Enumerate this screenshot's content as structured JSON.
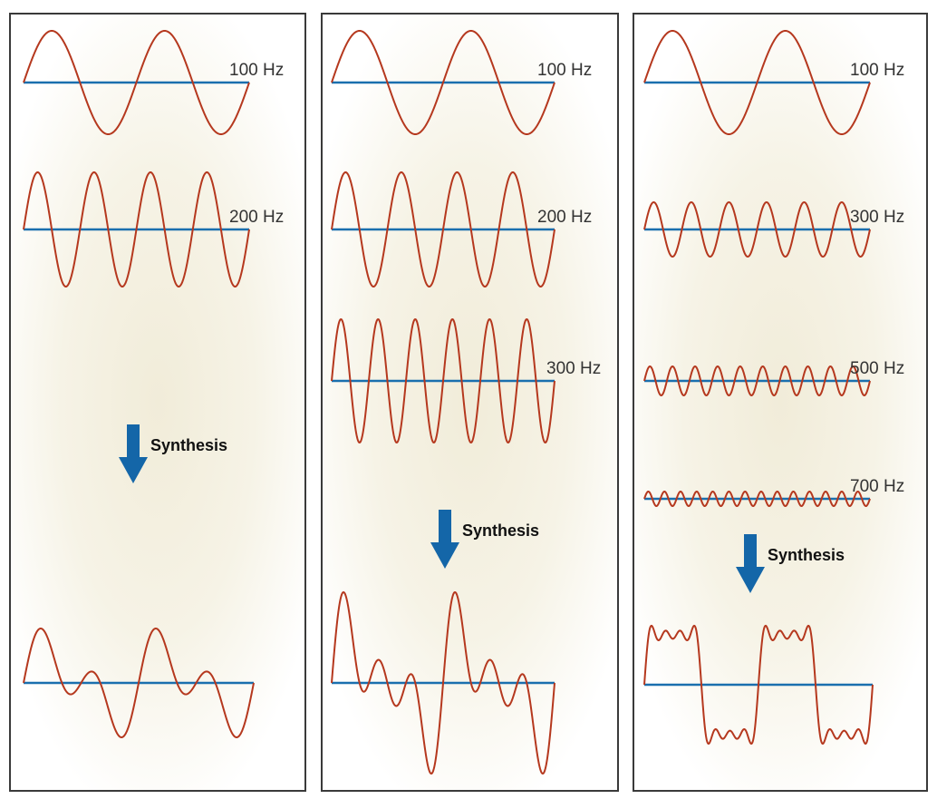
{
  "colors": {
    "wave": "#b5381e",
    "baseline": "#1a6fae",
    "arrow": "#1466a8",
    "border": "#3a3a3a"
  },
  "synthesis_label": "Synthesis",
  "panels": [
    {
      "name": "panel-1",
      "components": [
        {
          "label": "100 Hz",
          "harmonic": 1,
          "amplitude": 1.0
        },
        {
          "label": "200 Hz",
          "harmonic": 2,
          "amplitude": 1.0
        }
      ]
    },
    {
      "name": "panel-2",
      "components": [
        {
          "label": "100 Hz",
          "harmonic": 1,
          "amplitude": 1.0
        },
        {
          "label": "200 Hz",
          "harmonic": 2,
          "amplitude": 1.0
        },
        {
          "label": "300 Hz",
          "harmonic": 3,
          "amplitude": 1.0
        }
      ]
    },
    {
      "name": "panel-3",
      "components": [
        {
          "label": "100 Hz",
          "harmonic": 1,
          "amplitude": 1.0
        },
        {
          "label": "300 Hz",
          "harmonic": 3,
          "amplitude": 0.333
        },
        {
          "label": "500 Hz",
          "harmonic": 5,
          "amplitude": 0.2
        },
        {
          "label": "700 Hz",
          "harmonic": 7,
          "amplitude": 0.143
        }
      ]
    }
  ]
}
